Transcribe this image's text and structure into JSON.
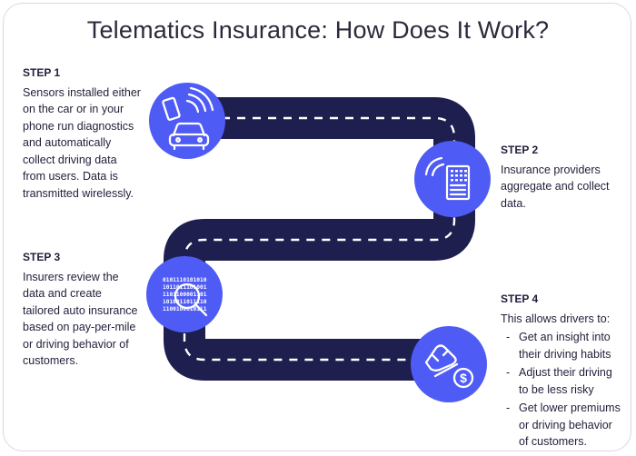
{
  "title": "Telematics Insurance: How Does It Work?",
  "colors": {
    "road": "#1e1f4e",
    "circle": "#4f5bf5",
    "dash": "#ffffff",
    "text": "#1f1f3a"
  },
  "steps": [
    {
      "heading": "STEP 1",
      "body": "Sensors installed either\non the car or in your\nphone run diagnostics\nand automatically\ncollect driving data\nfrom users. Data is\ntransmitted wirelessly.",
      "icon": "car-phone-signal-icon"
    },
    {
      "heading": "STEP 2",
      "body": "Insurance providers\naggregate and collect\ndata.",
      "icon": "server-signal-icon"
    },
    {
      "heading": "STEP 3",
      "body": "Insurers review the\ndata  and create\ntailored auto insurance\nbased on pay-per-mile\nor driving behavior of\ncustomers.",
      "icon": "binary-magnifier-icon",
      "binary": [
        "0101110101010",
        "1011011101001",
        "1101100001101",
        "1010011011110",
        "1100100010111"
      ]
    },
    {
      "heading": "STEP 4",
      "intro": "This allows drivers to:",
      "icon": "shoe-pedal-money-icon",
      "bullets": [
        {
          "dash": "-",
          "text": "Get an insight into\ntheir driving habits"
        },
        {
          "dash": "-",
          "text": "Adjust their driving\nto be less risky"
        },
        {
          "dash": "-",
          "text": "Get lower premiums\nor driving behavior\nof customers."
        }
      ]
    }
  ]
}
